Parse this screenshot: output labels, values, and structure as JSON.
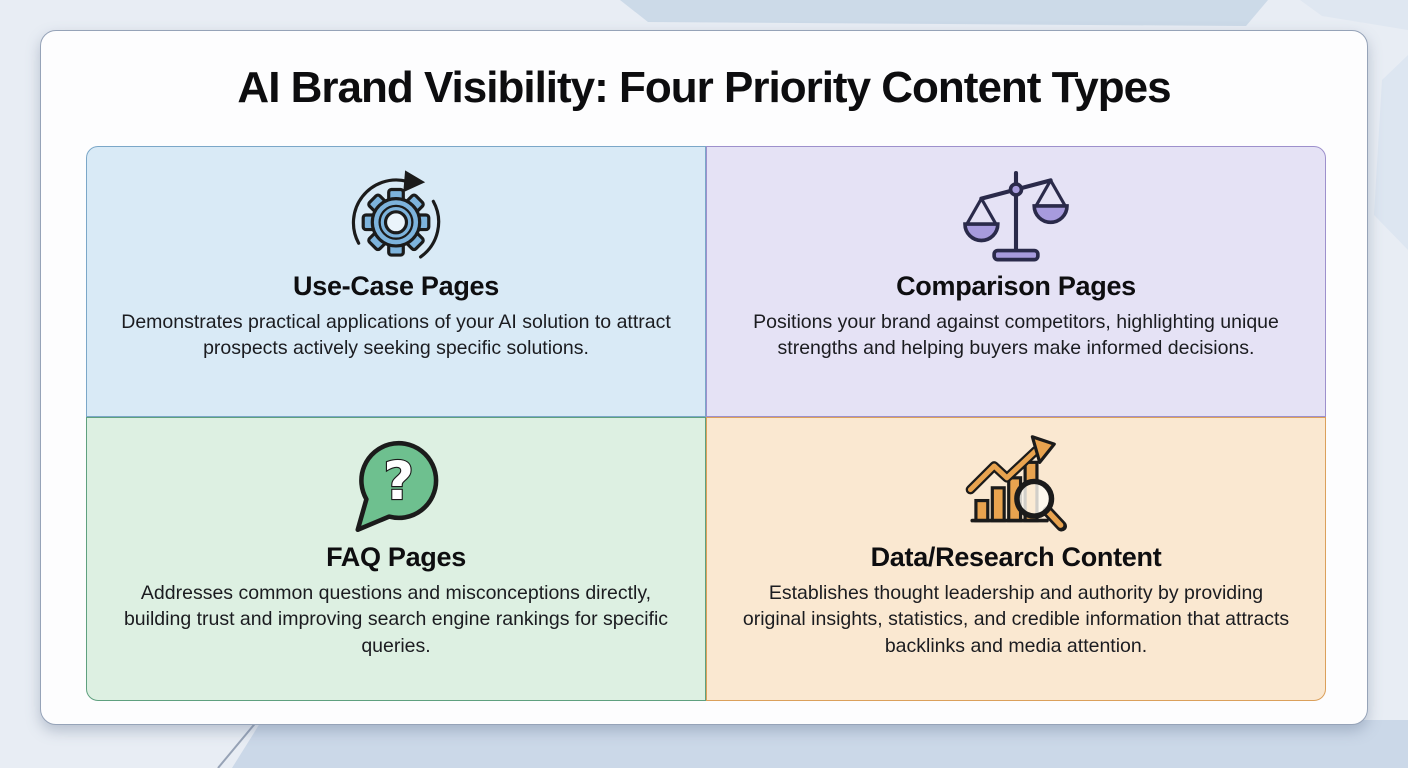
{
  "title": "AI Brand Visibility: Four Priority Content Types",
  "colors": {
    "page_bg": "#e8edf4",
    "band_bg": "#cbd8e8",
    "deco_shape": "#c9d7e7",
    "card_bg": "#fdfdfe",
    "card_border": "#96a3b8",
    "title_color": "#0d0d0f",
    "body_text": "#1b1c20",
    "icon_outline": "#1b1b1b"
  },
  "quadrants": [
    {
      "heading": "Use-Case Pages",
      "body": "Demonstrates practical applications of your AI solution to attract prospects actively seeking specific solutions.",
      "bg_color": "#d9eaf6",
      "border_color": "#7ba7c8",
      "icon_fill": "#7db3dc",
      "icon": "gear-sync-icon"
    },
    {
      "heading": "Comparison Pages",
      "body": "Positions your brand against competitors, highlighting unique strengths and helping buyers make informed decisions.",
      "bg_color": "#e5e2f5",
      "border_color": "#9d90cc",
      "icon_fill": "#a79bdd",
      "icon": "balance-scale-icon"
    },
    {
      "heading": "FAQ Pages",
      "body": "Addresses common questions and misconceptions directly, building trust and improving search engine rankings for specific queries.",
      "bg_color": "#ddf0e2",
      "border_color": "#5fa07f",
      "icon_fill": "#6ec08f",
      "icon": "question-bubble-icon"
    },
    {
      "heading": "Data/Research Content",
      "body": "Establishes thought leadership and authority by providing original insights, statistics, and credible information that attracts backlinks and media attention.",
      "bg_color": "#fae8d1",
      "border_color": "#dba05b",
      "icon_fill": "#e8a34f",
      "icon": "chart-growth-magnifier-icon"
    }
  ]
}
